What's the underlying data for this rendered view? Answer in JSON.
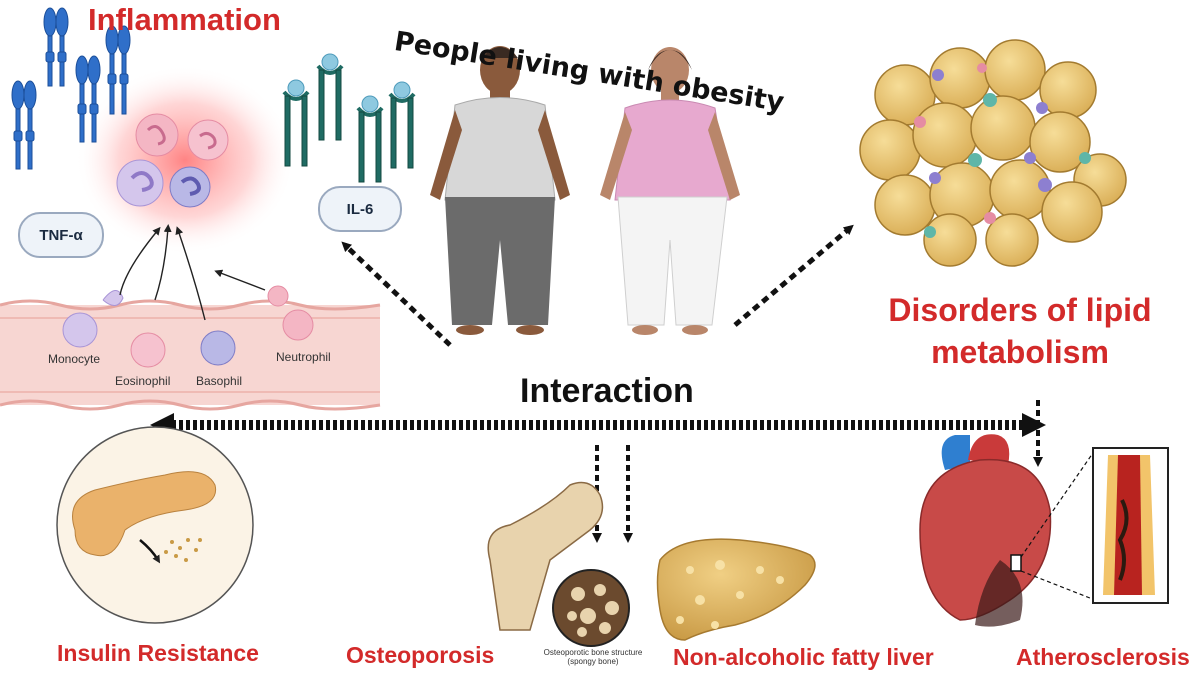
{
  "title": "People living with obesity",
  "inflammation": {
    "heading": "Inflammation",
    "tnf_label": "TNF-α",
    "il6_label": "IL-6",
    "cells": [
      "Monocyte",
      "Eosinophil",
      "Basophil",
      "Neutrophil"
    ]
  },
  "lipid": {
    "line1": "Disorders of lipid",
    "line2": "metabolism"
  },
  "center_label": "Interaction",
  "outcomes": {
    "insulin": "Insulin Resistance",
    "osteoporosis": "Osteoporosis",
    "bone_caption_1": "Osteoporotic bone structure",
    "bone_caption_2": "(spongy bone)",
    "liver": "Non-alcoholic fatty liver",
    "athero": "Atherosclerosis"
  },
  "colors": {
    "accent_red": "#d32a2a",
    "receptor_blue": "#2f6fc9",
    "receptor_teal": "#1f6b63",
    "vessel_pink": "#f7d6d2",
    "fat_yellow": "#e9c87a"
  }
}
